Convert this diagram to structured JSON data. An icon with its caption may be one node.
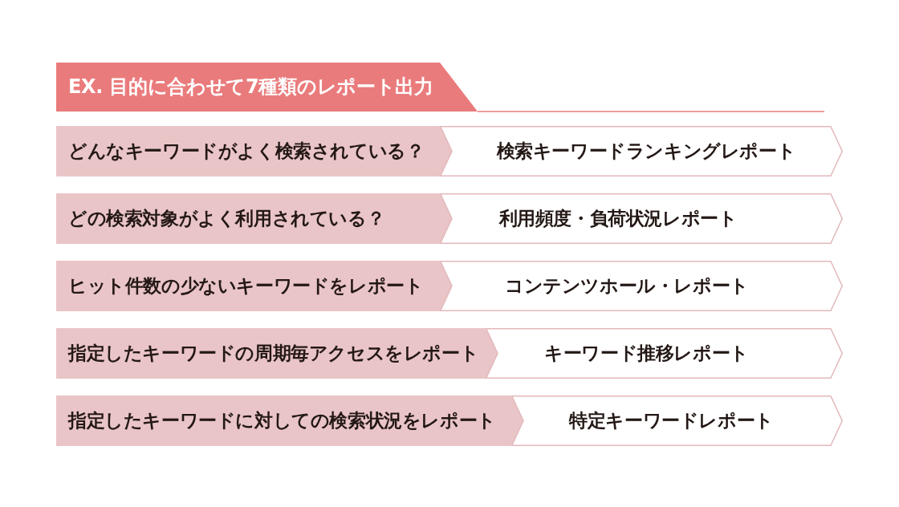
{
  "diagram": {
    "nodes": [
      {
        "text": [
          "EX. 目的に合わせて7種類のレポート出力"
        ]
      },
      {
        "text": [
          "どんなキーワードがよく検索されている？"
        ]
      },
      {
        "text": [
          "検索キーワードランキングレポート"
        ]
      },
      {
        "text": [
          "どの検索対象がよく利用されている？"
        ]
      },
      {
        "text": [
          "利用頻度・負荷状況レポート"
        ]
      },
      {
        "text": [
          "ヒット件数の少ないキーワードをレポート"
        ]
      },
      {
        "text": [
          "コンテンツホール・レポート"
        ]
      },
      {
        "text": [
          "指定したキーワードの周期毎アクセスをレポート"
        ]
      },
      {
        "text": [
          "キーワード推移レポート"
        ]
      },
      {
        "text": [
          "指定したキーワードに対しての検索状況をレポート"
        ]
      },
      {
        "text": [
          "特定キーワードレポート"
        ]
      }
    ]
  }
}
